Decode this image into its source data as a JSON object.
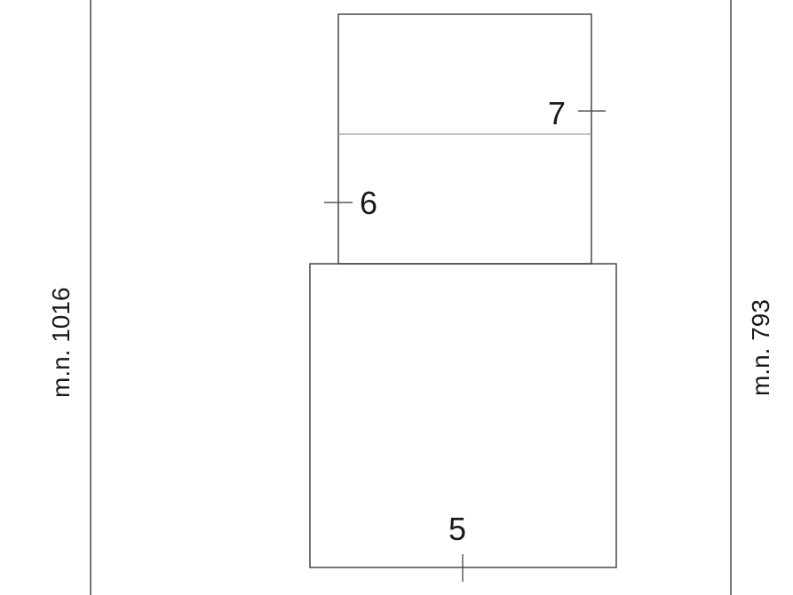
{
  "parcels": {
    "left": "m.n. 1016",
    "right": "m.n. 793"
  },
  "points": {
    "p5": "5",
    "p6": "6",
    "p7": "7"
  }
}
